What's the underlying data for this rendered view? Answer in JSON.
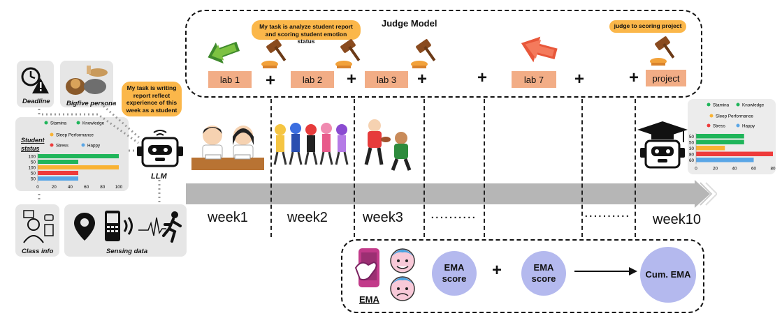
{
  "judge": {
    "title": "Judge Model",
    "bubble_task": "My task is analyze student report and scoring student emotion status",
    "bubble_project": "judge to scoring project",
    "labs": [
      "lab 1",
      "lab  2",
      "lab 3",
      "lab 7",
      "project"
    ],
    "plus": "+"
  },
  "left": {
    "deadline": "Deadline",
    "bigfive": "Bigfive persona",
    "student_status": "Student status",
    "class_info": "Class info",
    "sensing_data": "Sensing data",
    "llm": "LLM",
    "llm_bubble": "My task is writing report reflect experience of this week as a student"
  },
  "timeline": {
    "weeks": [
      "week1",
      "week2",
      "week3",
      "week10"
    ],
    "ellipsis": ".........."
  },
  "ema": {
    "label": "EMA",
    "score1": "EMA score",
    "score2": "EMA score",
    "plus": "+",
    "cum": "Cum. EMA"
  },
  "colors": {
    "stamina": "#1fb55a",
    "knowledge": "#1fb55a",
    "sleep": "#f9b233",
    "stress": "#ee3b3b",
    "happy": "#5aa6e6",
    "lab_fill": "#f2ad86",
    "bubble": "#fbb74a",
    "circle": "#b4b9ee",
    "arrow": "#bdbdbd"
  },
  "chart_data": [
    {
      "type": "bar",
      "legend": [
        "Stamina",
        "Knowledge",
        "Sleep Performance",
        "Stress",
        "Happy"
      ],
      "categories": [
        "Stamina",
        "Knowledge",
        "Sleep Performance",
        "Stress",
        "Happy"
      ],
      "values": [
        100,
        50,
        100,
        50,
        50
      ],
      "xlim": [
        0,
        100
      ],
      "xticks": [
        "0",
        "20",
        "40",
        "60",
        "80",
        "100"
      ]
    },
    {
      "type": "bar",
      "legend": [
        "Stamina",
        "Knowledge",
        "Sleep Performance",
        "Stress",
        "Happy"
      ],
      "categories": [
        "Stamina",
        "Knowledge",
        "Sleep Performance",
        "Stress",
        "Happy"
      ],
      "values": [
        50,
        50,
        30,
        80,
        60
      ],
      "xlim": [
        0,
        80
      ],
      "xticks": [
        "0",
        "20",
        "40",
        "60",
        "80"
      ]
    }
  ]
}
